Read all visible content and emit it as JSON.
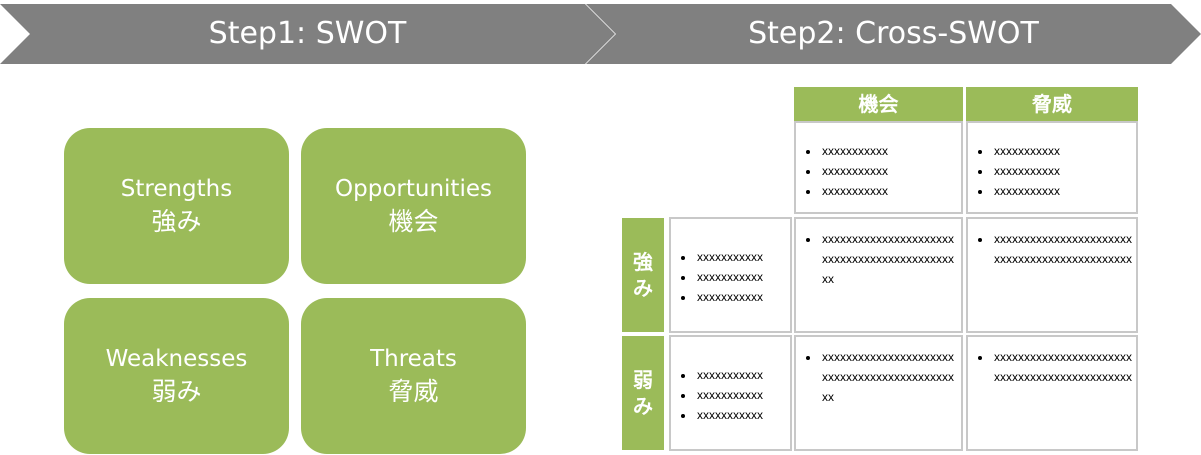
{
  "steps": {
    "step1": "Step1: SWOT",
    "step2": "Step2: Cross-SWOT"
  },
  "colors": {
    "header_gray": "#808080",
    "green": "#9bbb59",
    "cell_border": "#c8c8c8"
  },
  "swot": {
    "strengths": {
      "en": "Strengths",
      "jp": "強み"
    },
    "opportunities": {
      "en": "Opportunities",
      "jp": "機会"
    },
    "weaknesses": {
      "en": "Weaknesses",
      "jp": "弱み"
    },
    "threats": {
      "en": "Threats",
      "jp": "脅威"
    }
  },
  "cross": {
    "col_opportunity": "機会",
    "col_threat": "脅威",
    "row_strength": [
      "強",
      "み"
    ],
    "row_weakness": [
      "弱",
      "み"
    ],
    "opportunity_items": [
      "xxxxxxxxxxx",
      "xxxxxxxxxxx",
      "xxxxxxxxxxx"
    ],
    "threat_items": [
      "xxxxxxxxxxx",
      "xxxxxxxxxxx",
      "xxxxxxxxxxx"
    ],
    "strength_items": [
      "xxxxxxxxxxx",
      "xxxxxxxxxxx",
      "xxxxxxxxxxx"
    ],
    "weakness_items": [
      "xxxxxxxxxxx",
      "xxxxxxxxxxx",
      "xxxxxxxxxxx"
    ],
    "so": "xxxxxxxxxxxxxxxxxxxxxxxxxxxxxxxxxxxxxxxxxxxxxx",
    "st": "xxxxxxxxxxxxxxxxxxxxxxxxxxxxxxxxxxxxxxxxxxxxxx",
    "wo": "xxxxxxxxxxxxxxxxxxxxxxxxxxxxxxxxxxxxxxxxxxxxxx",
    "wt": "xxxxxxxxxxxxxxxxxxxxxxxxxxxxxxxxxxxxxxxxxxxxxx"
  }
}
